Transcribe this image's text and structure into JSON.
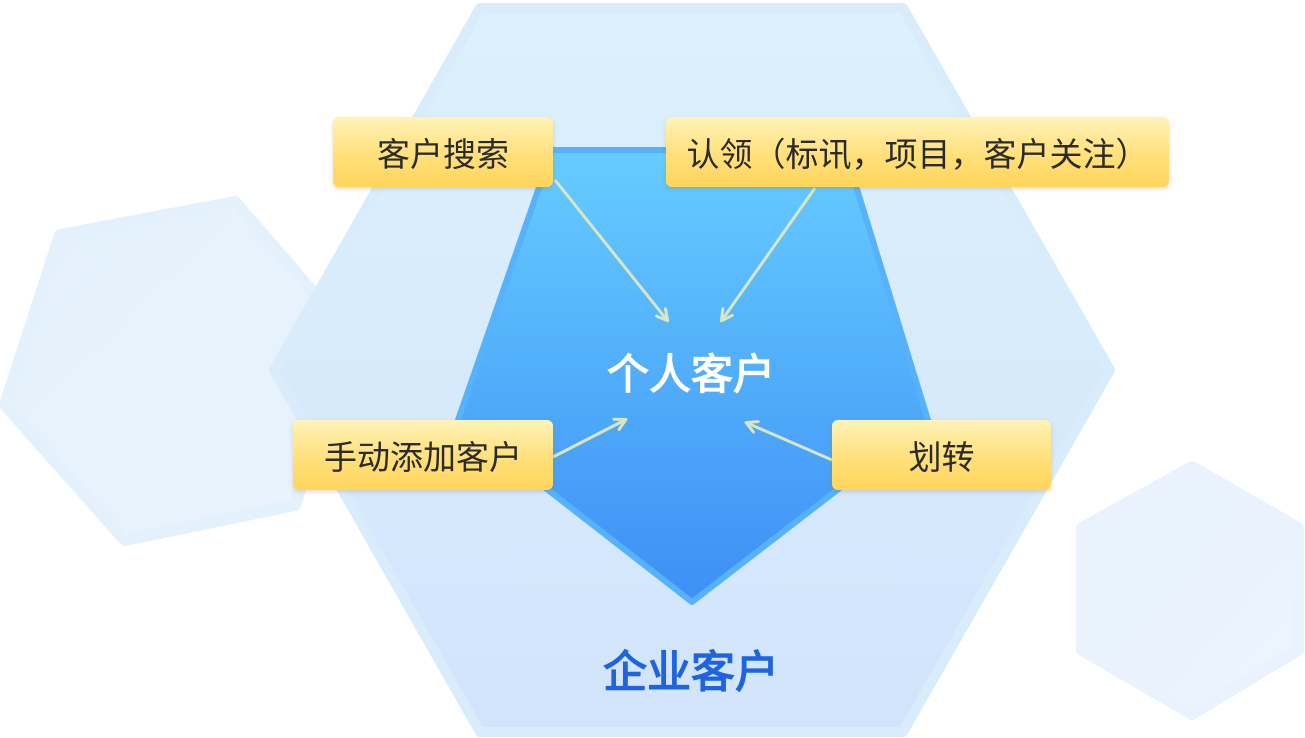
{
  "diagram": {
    "outer_label": "企业客户",
    "inner_label": "个人客户",
    "sources": [
      {
        "label": "客户搜索"
      },
      {
        "label": "认领（标讯，项目，客户关注）"
      },
      {
        "label": "手动添加客户"
      },
      {
        "label": "划转"
      }
    ]
  },
  "colors": {
    "outer_label": "#1e63e0",
    "inner_label": "#ffffff",
    "pentagon_top": "#66ccff",
    "pentagon_bottom": "#3d8ff5",
    "hexagon": "#d7ebfb",
    "box": "#ffe07a",
    "arrow": "#d9e6b8"
  }
}
